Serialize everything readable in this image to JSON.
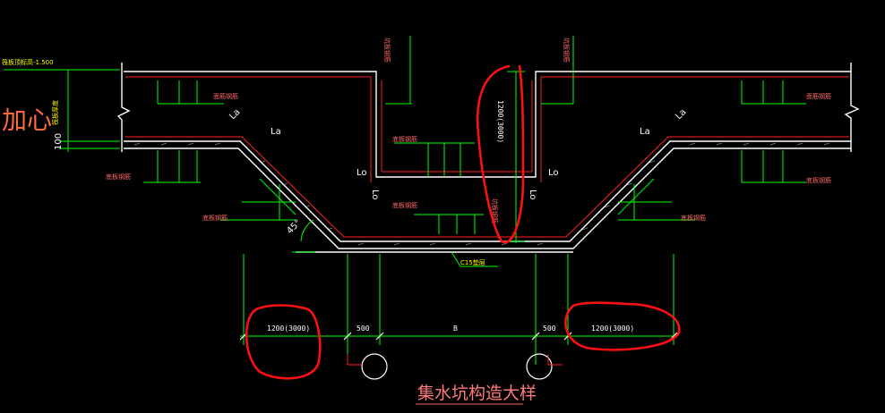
{
  "elevation_label": "筏板顶标高-1.500",
  "thickness_label": "筏板厚度",
  "handwriting": "加心",
  "bar_labels": {
    "top_bar_left": "面筋钢筋",
    "top_bar_right": "面筋钢筋",
    "bottom_bar_left": "底板钢筋",
    "bottom_bar_right": "底板钢筋",
    "slope_bar_left": "底板钢筋",
    "slope_bar_right": "底板钢筋",
    "pit_wall_left": "坑板钢筋",
    "pit_wall_right": "坑板钢筋",
    "pit_center_top": "底板钢筋",
    "pit_center_mid": "底板钢筋",
    "pit_center_vertical": "坑板钢筋"
  },
  "anchorage": "La",
  "lap": "Lo",
  "angle": "45°",
  "dim_100": "100",
  "vertical_dim": "1200(3000)",
  "concrete_label": "C15垫层",
  "dims": {
    "left": "1200(3000)",
    "left_offset": "500",
    "center": "B",
    "right_offset": "500",
    "right": "1200(3000)"
  },
  "title": "集水坑构造大样"
}
